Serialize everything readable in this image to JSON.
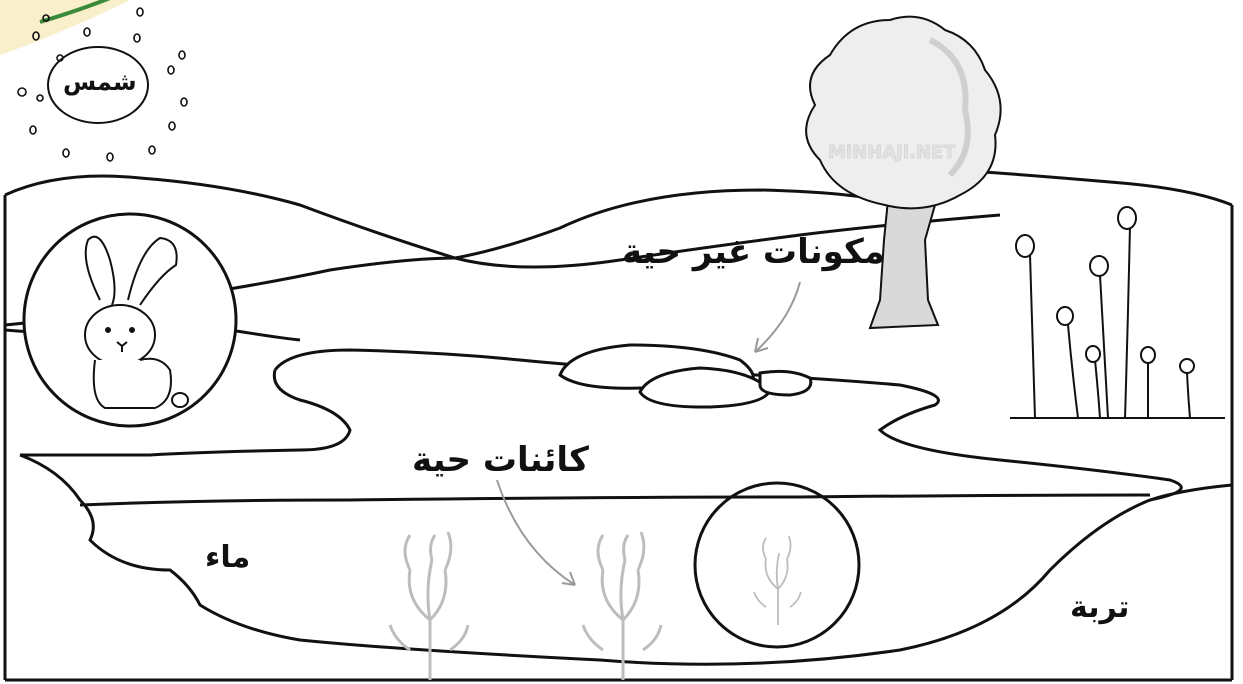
{
  "labels": {
    "sun": "شمس",
    "non_living": "مكونات غير حية",
    "living": "كائنات حية",
    "water": "ماء",
    "soil": "تربة"
  },
  "watermark": "MiNHAJi.NET",
  "colors": {
    "line": "#111111",
    "sun_arc": "#3a8a3a",
    "sun_glow": "#f5e6a8",
    "tree_crown": "#eeeeee",
    "tree_trunk": "#cfcfcf",
    "coral": "#c9c9c9",
    "arrow": "#9a9a9a"
  },
  "icons": [
    "sun-icon",
    "rabbit-icon",
    "tree-icon",
    "flowers-icon",
    "coral-icon",
    "rock-icon"
  ]
}
